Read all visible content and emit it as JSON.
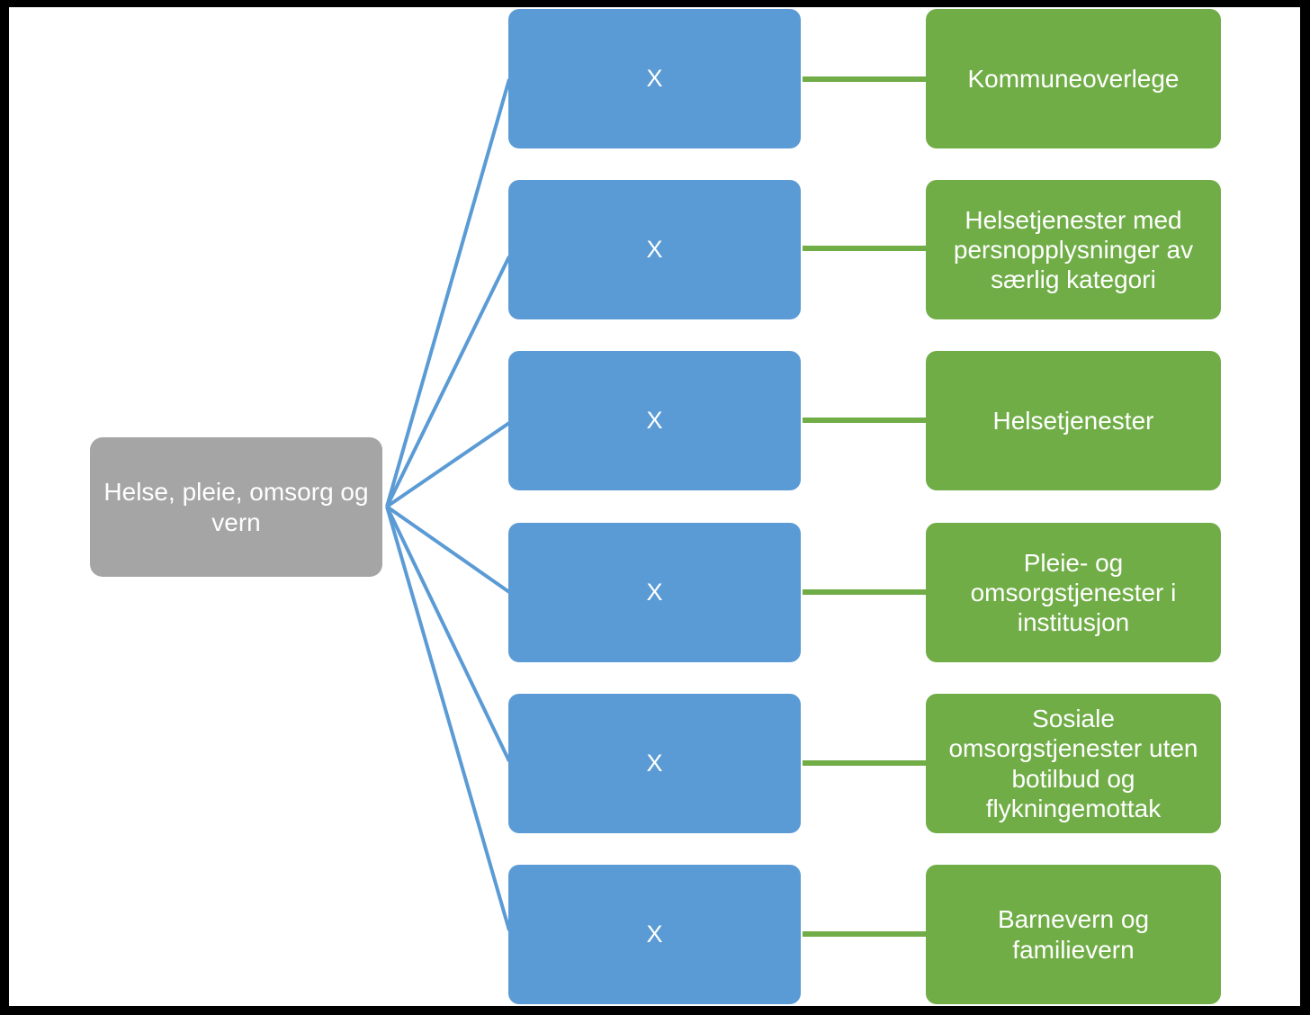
{
  "diagram": {
    "title_text": "Helse, pleie, omsorg og vern",
    "colors": {
      "root": "#A5A5A5",
      "middle": "#5B9BD5",
      "leaf": "#70AD47",
      "frame": "#000000",
      "background": "#FFFFFF",
      "text": "#FFFFFF"
    },
    "root": {
      "label": "Helse, pleie, omsorg og vern"
    },
    "middle_nodes": [
      {
        "label": "X"
      },
      {
        "label": "X"
      },
      {
        "label": "X"
      },
      {
        "label": "X"
      },
      {
        "label": "X"
      },
      {
        "label": "X"
      }
    ],
    "leaf_nodes": [
      {
        "label": "Kommuneoverlege"
      },
      {
        "label": "Helsetjenester med persnopplysninger av særlig kategori"
      },
      {
        "label": "Helsetjenester"
      },
      {
        "label": "Pleie- og omsorgstjenester i institusjon"
      },
      {
        "label": "Sosiale omsorgstjenester uten botilbud og flykningemottak"
      },
      {
        "label": "Barnevern og familievern"
      }
    ]
  }
}
